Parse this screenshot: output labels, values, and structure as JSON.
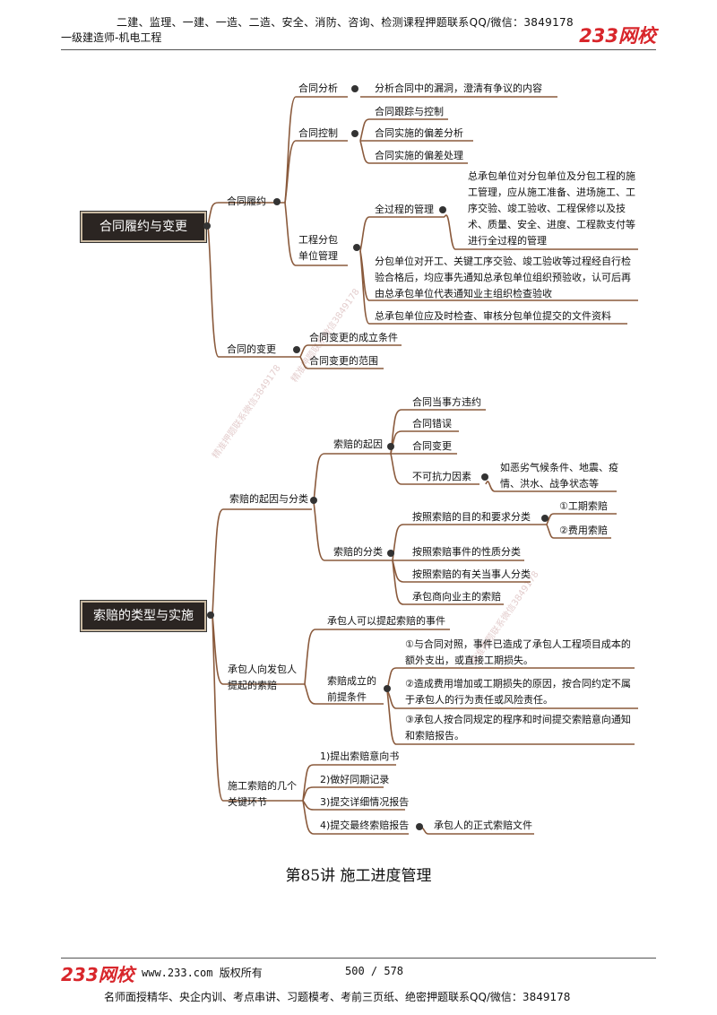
{
  "header": {
    "promo": "二建、监理、一建、一造、二造、安全、消防、咨询、检测课程押题联系QQ/微信：3849178",
    "course": "一级建造师-机电工程",
    "logo": "233网校"
  },
  "mindmap1": {
    "root": "合同履约与变更",
    "branch_performance": "合同履约",
    "analysis": "合同分析",
    "analysis_detail": "分析合同中的漏洞，澄清有争议的内容",
    "control": "合同控制",
    "control_items": [
      "合同跟踪与控制",
      "合同实施的偏差分析",
      "合同实施的偏差处理"
    ],
    "subcontract_mgmt": "工程分包单位管理",
    "whole_process": "全过程的管理",
    "whole_process_detail": "总承包单位对分包单位及分包工程的施工管理，应从施工准备、进场施工、工序交验、竣工验收、工程保修以及技术、质量、安全、进度、工程款支付等进行全过程的管理",
    "inspection_detail": "分包单位对开工、关键工序交验、竣工验收等过程经自行检验合格后，均应事先通知总承包单位组织预验收，认可后再由总承包单位代表通知业主组织检查验收",
    "review_detail": "总承包单位应及时检查、审核分包单位提交的文件资料",
    "branch_change": "合同的变更",
    "change_items": [
      "合同变更的成立条件",
      "合同变更的范围"
    ]
  },
  "mindmap2": {
    "root": "索赔的类型与实施",
    "cause_class": "索赔的起因与分类",
    "cause": "索赔的起因",
    "cause_items": [
      "合同当事方违约",
      "合同错误",
      "合同变更",
      "不可抗力因素"
    ],
    "force_majeure_detail": "如恶劣气候条件、地震、疫情、洪水、战争状态等",
    "classification": "索赔的分类",
    "class_by_purpose": "按照索赔的目的和要求分类",
    "purpose_items": [
      "①工期索赔",
      "②费用索赔"
    ],
    "class_items": [
      "按照索赔事件的性质分类",
      "按照索赔的有关当事人分类",
      "承包商向业主的索赔"
    ],
    "contractor_claim": "承包人向发包人提起的索赔",
    "claimable_events": "承包人可以提起索赔的事件",
    "preconditions": "索赔成立的前提条件",
    "precondition_items": [
      "①与合同对照，事件已造成了承包人工程项目成本的额外支出，或直接工期损失。",
      "②造成费用增加或工期损失的原因，按合同约定不属于承包人的行为责任或风险责任。",
      "③承包人按合同规定的程序和时间提交索赔意向通知和索赔报告。"
    ],
    "key_steps": "施工索赔的几个关键环节",
    "step_items": [
      "1)提出索赔意向书",
      "2)做好同期记录",
      "3)提交详细情况报告",
      "4)提交最终索赔报告"
    ],
    "final_report_detail": "承包人的正式索赔文件"
  },
  "section_title": "第85讲  施工进度管理",
  "footer": {
    "logo": "233网校",
    "site": "www.233.com 版权所有",
    "page": "500 / 578",
    "promo": "名师面授精华、央企内训、考点串讲、习题模考、考前三页纸、绝密押题联系QQ/微信：3849178"
  },
  "watermark": "精准押题联系微信3849178"
}
